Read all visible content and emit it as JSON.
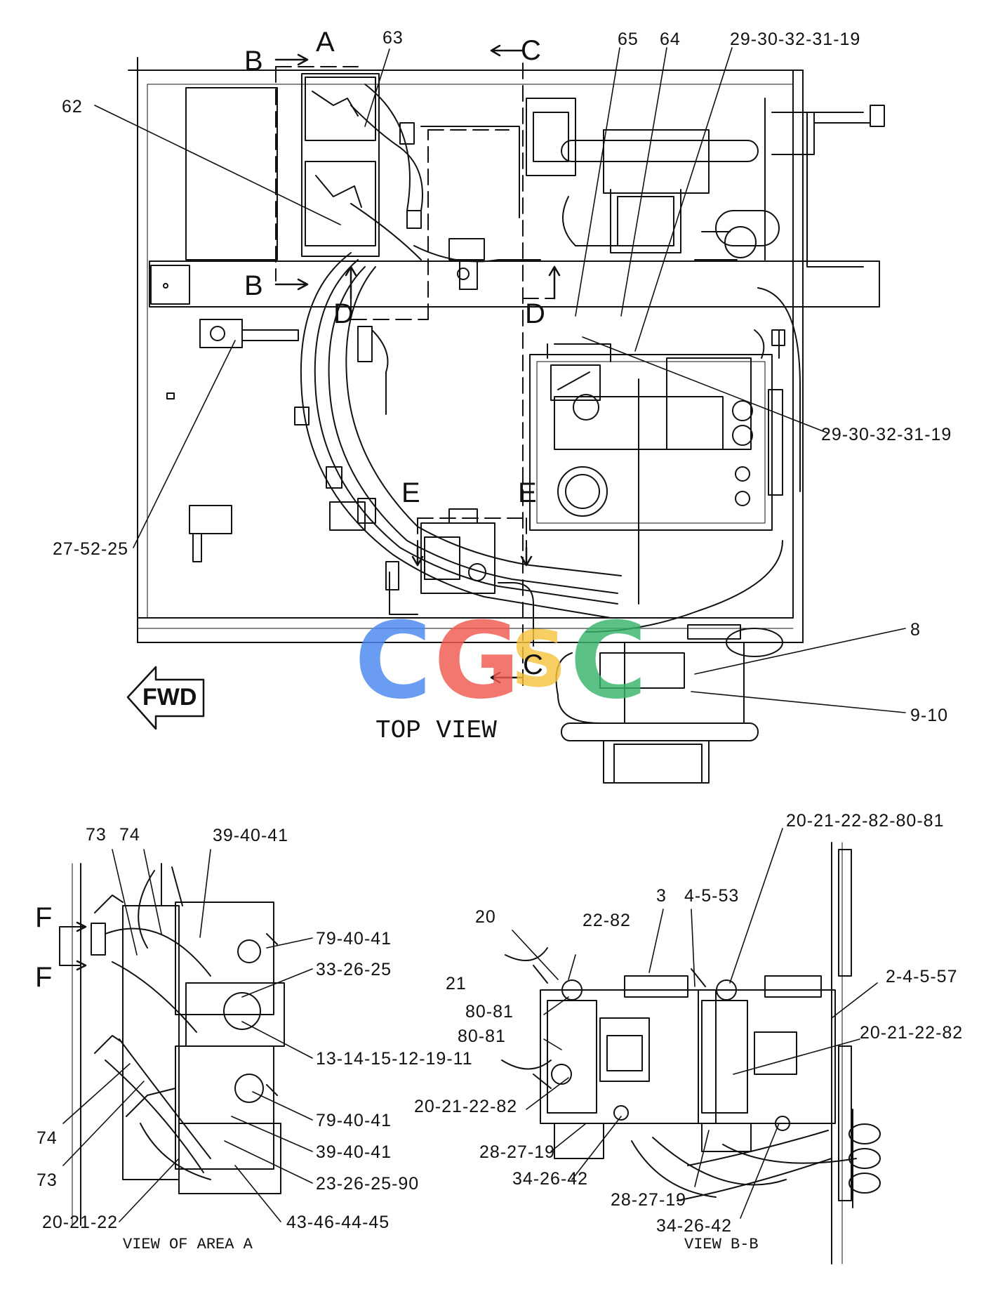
{
  "views": {
    "top": "TOP VIEW",
    "area_a": "VIEW  OF  AREA  A",
    "b_b": "VIEW  B-B"
  },
  "direction": "FWD",
  "sections": {
    "a": "A",
    "b": "B",
    "c": "C",
    "d": "D",
    "e": "E",
    "f": "F"
  },
  "watermark": {
    "letters": [
      "C",
      "G",
      "S",
      "C"
    ],
    "colors": [
      "#4a88ee",
      "#f05a50",
      "#f6c440",
      "#38b46a"
    ]
  },
  "callouts": {
    "top": [
      "63",
      "65",
      "64",
      "29-30-32-31-19",
      "62",
      "29-30-32-31-19",
      "27-52-25",
      "8",
      "9-10"
    ],
    "area_a": [
      "73",
      "74",
      "39-40-41",
      "79-40-41",
      "33-26-25",
      "13-14-15-12-19-11",
      "74",
      "73",
      "79-40-41",
      "39-40-41",
      "23-26-25-90",
      "20-21-22",
      "43-46-44-45"
    ],
    "b_b": [
      "20-21-22-82-80-81",
      "3",
      "4-5-53",
      "20",
      "22-82",
      "21",
      "80-81",
      "80-81",
      "2-4-5-57",
      "20-21-22-82",
      "20-21-22-82",
      "28-27-19",
      "34-26-42",
      "28-27-19",
      "34-26-42"
    ]
  }
}
